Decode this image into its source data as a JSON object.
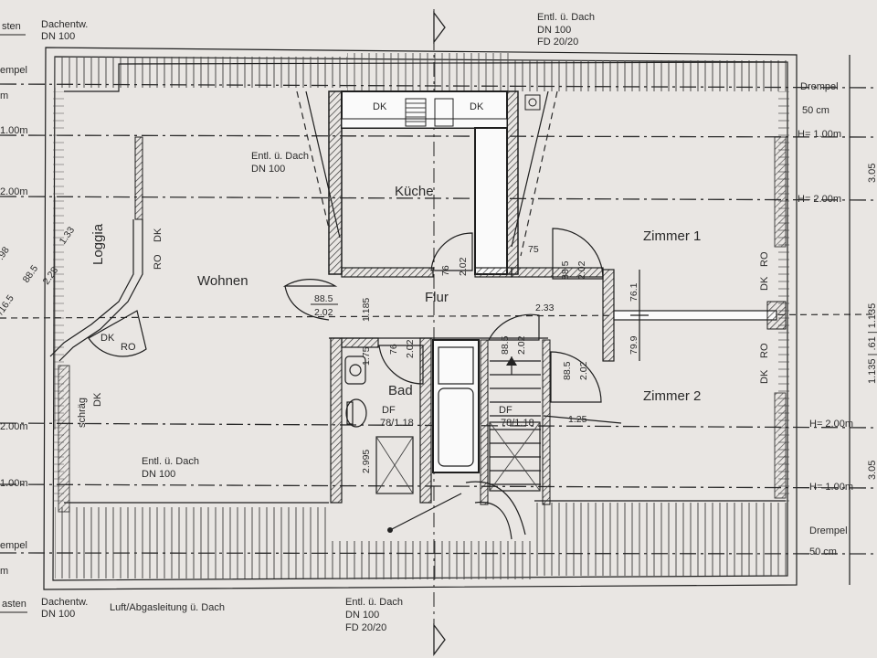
{
  "top": {
    "left_stub": "sten",
    "left_title": "Dachentw.",
    "left_sub": "DN 100",
    "center_title": "Entl. ü. Dach",
    "center_sub1": "DN 100",
    "center_sub2": "FD 20/20"
  },
  "bottom": {
    "left_stub": "asten",
    "left_title": "Dachentw.",
    "left_sub": "DN 100",
    "vent": "Luft/Abgasleitung ü. Dach",
    "center_title": "Entl. ü. Dach",
    "center_sub1": "DN 100",
    "center_sub2": "FD 20/20"
  },
  "left_edge": {
    "drempel_top": "empel",
    "m_top": "m",
    "h1_top": "1.00m",
    "h2_top": "2.00m",
    "h2_bottom": "2.00m",
    "h1_bottom": "1.00m",
    "drempel_bottom": "empel",
    "m_bottom": "m"
  },
  "right_edge": {
    "drempel_top": "Drempel",
    "cm_top": "50 cm",
    "h1_top": "H= 1.00m",
    "h2_top": "H= 2.00m",
    "h2_bottom": "H= 2.00m",
    "h1_bottom": "H= 1.00m",
    "drempel_bottom": "Drempel",
    "cm_bottom": "50 cm",
    "dim_305_top": "3.05",
    "dim_stack": "1.135 | .61 | 1.135",
    "dim_305_bottom": "3.05"
  },
  "rooms": {
    "kueche": "Küche",
    "wohnen": "Wohnen",
    "flur": "Flur",
    "bad": "Bad",
    "zimmer1": "Zimmer 1",
    "zimmer2": "Zimmer 2",
    "loggia": "Loggia"
  },
  "roof_notes": {
    "wohnen_top_title": "Entl. ü. Dach",
    "wohnen_top_sub": "DN 100",
    "wohnen_bottom_title": "Entl. ü. Dach",
    "wohnen_bottom_sub": "DN 100"
  },
  "windows": {
    "kueche_left": "DK",
    "kueche_right": "DK",
    "wohnen_ro": "RO",
    "wohnen_dk": "DK",
    "loggia_dk": "DK",
    "loggia_ro": "RO",
    "schraeg": "schräg",
    "schraeg_dk": "DK",
    "zimmer1_dk": "DK",
    "zimmer1_ro": "RO",
    "zimmer2_ro": "RO",
    "zimmer2_dk": "DK"
  },
  "skylights": {
    "bad_df": "DF",
    "bad_size": "78/1.18",
    "stair_df": "DF",
    "stair_size": "78/1.18"
  },
  "dims": {
    "wohnen_door_w": "88.5",
    "wohnen_door_h": "2.02",
    "flur_1185": "1.185",
    "kueche_door_w": "76",
    "kueche_door_h": "2.02",
    "d_75": "75",
    "z1_door_w": "88.5",
    "z1_door_h": "2.02",
    "d_233": "2.33",
    "d_761": "76.1",
    "d_799": "79.9",
    "bad_door_w": "76",
    "bad_door_h": "2.02",
    "d_175": "1.75",
    "stair_door_w": "88.5",
    "stair_door_h": "2.02",
    "z2_door_w": "88.5",
    "z2_door_h": "2.02",
    "d_125": "1.25",
    "d_2995": "2.995",
    "loggia_d1": "/16.5",
    "loggia_d2": "88.5",
    "loggia_d3": "2.28",
    "loggia_d4": "1.33",
    "loggia_d5": ".98"
  }
}
